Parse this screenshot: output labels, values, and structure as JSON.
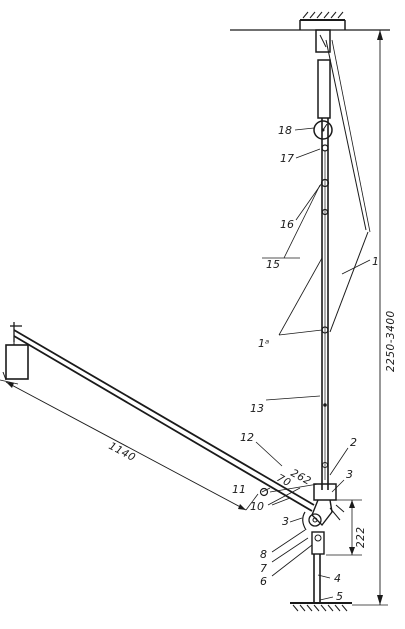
{
  "drawing": {
    "labels": {
      "l1": "1",
      "l1a": "1ᵃ",
      "l2": "2",
      "l3a": "3",
      "l3b": "3",
      "l4": "4",
      "l5": "5",
      "l6": "6",
      "l7": "7",
      "l8": "8",
      "l10": "10",
      "l11": "11",
      "l12": "12",
      "l13": "13",
      "l15": "15",
      "l16": "16",
      "l17": "17",
      "l18": "18"
    },
    "dimensions": {
      "height_range": "2250-3400",
      "arm_length": "1140",
      "d262": "262",
      "d70": "70",
      "d222": "222"
    }
  }
}
